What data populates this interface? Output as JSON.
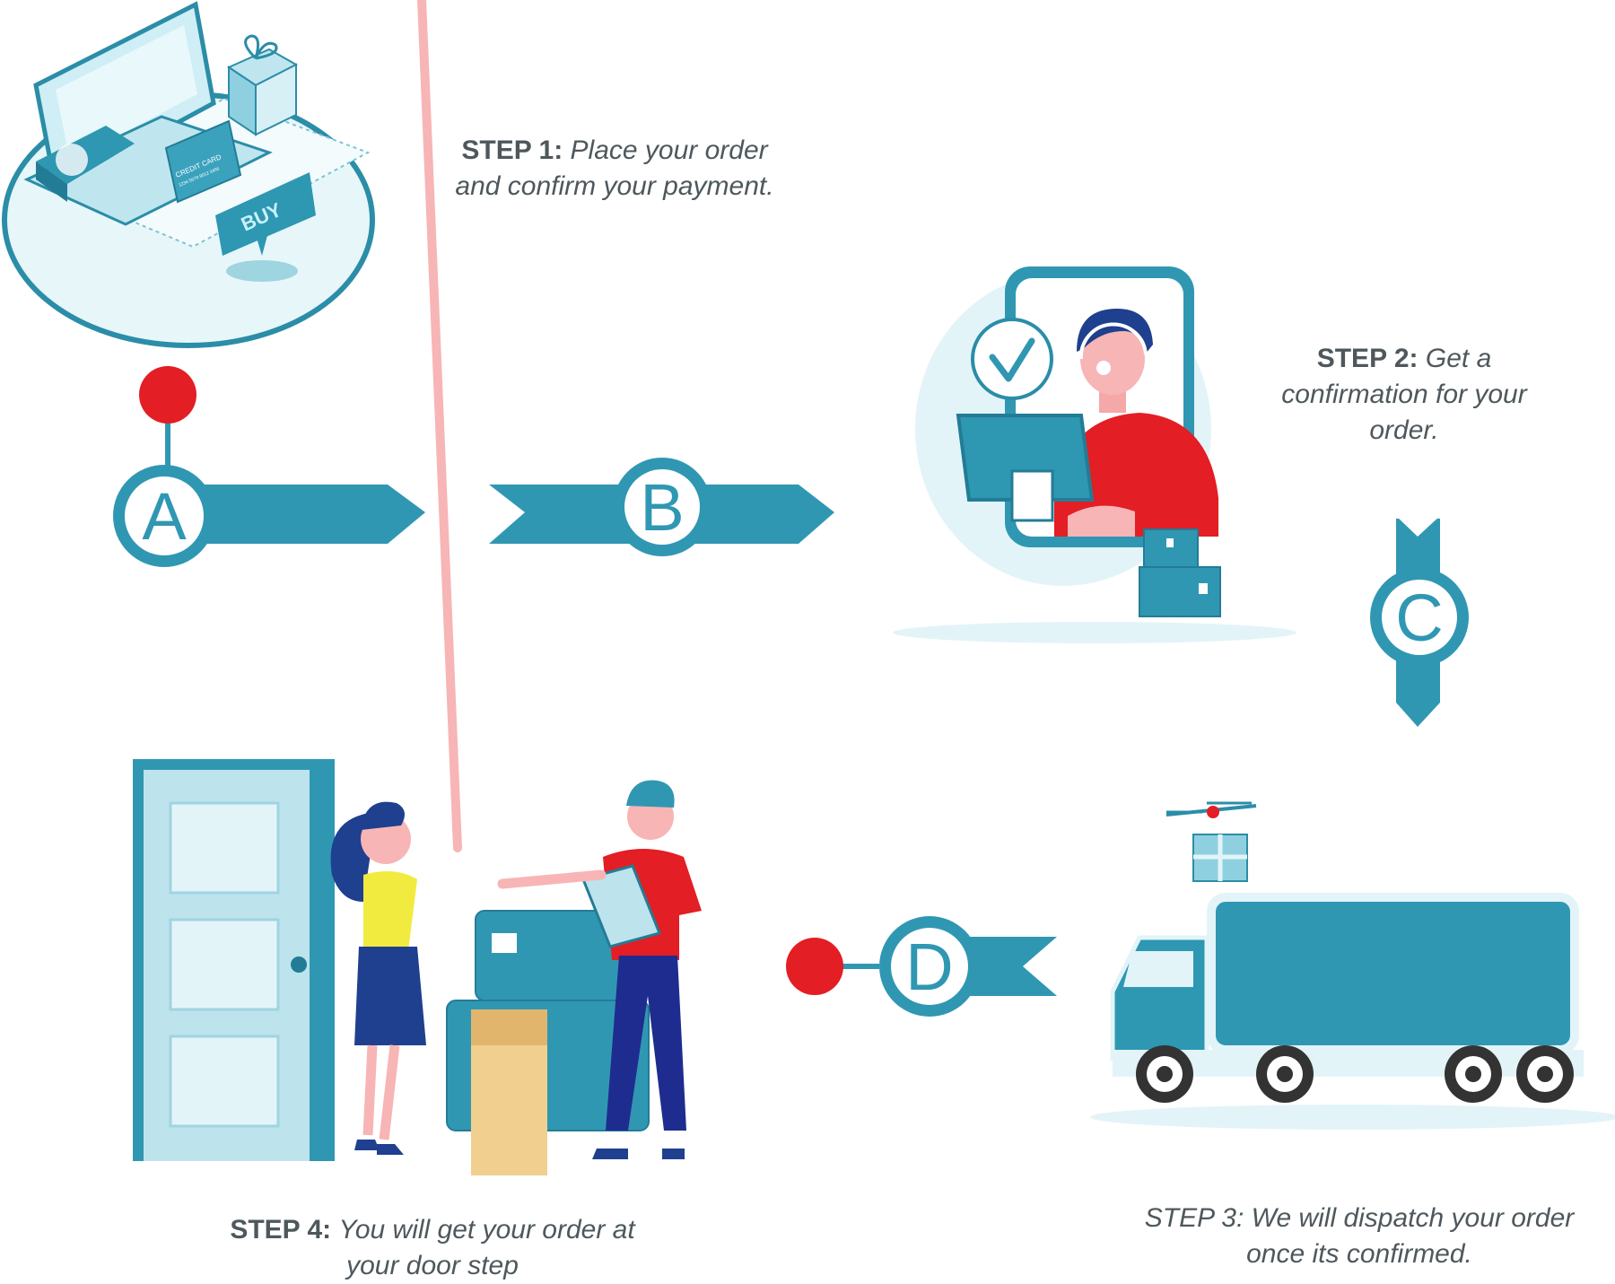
{
  "steps": [
    {
      "label": "STEP 1:",
      "line1": "Place your order",
      "line2": "and confirm your payment."
    },
    {
      "label": "STEP 2:",
      "line1": "Get a",
      "line2": "confirmation for your",
      "line3": "order."
    },
    {
      "text1": "STEP 3: We will dispatch your order",
      "text2": "once its confirmed."
    },
    {
      "label": "STEP 4:",
      "line1": "You  will get your order at",
      "line2": "your door step"
    }
  ],
  "markers": {
    "a": "A",
    "b": "B",
    "c": "C",
    "d": "D"
  },
  "illustration": {
    "card_title": "CREDIT CARD",
    "card_number": "1234 5678 9012 3456",
    "buy_label": "BUY"
  },
  "colors": {
    "teal": "#3097b3",
    "teal_dark": "#237c95",
    "light": "#e3f4f8",
    "red": "#e31e24",
    "text": "#4e585c"
  }
}
